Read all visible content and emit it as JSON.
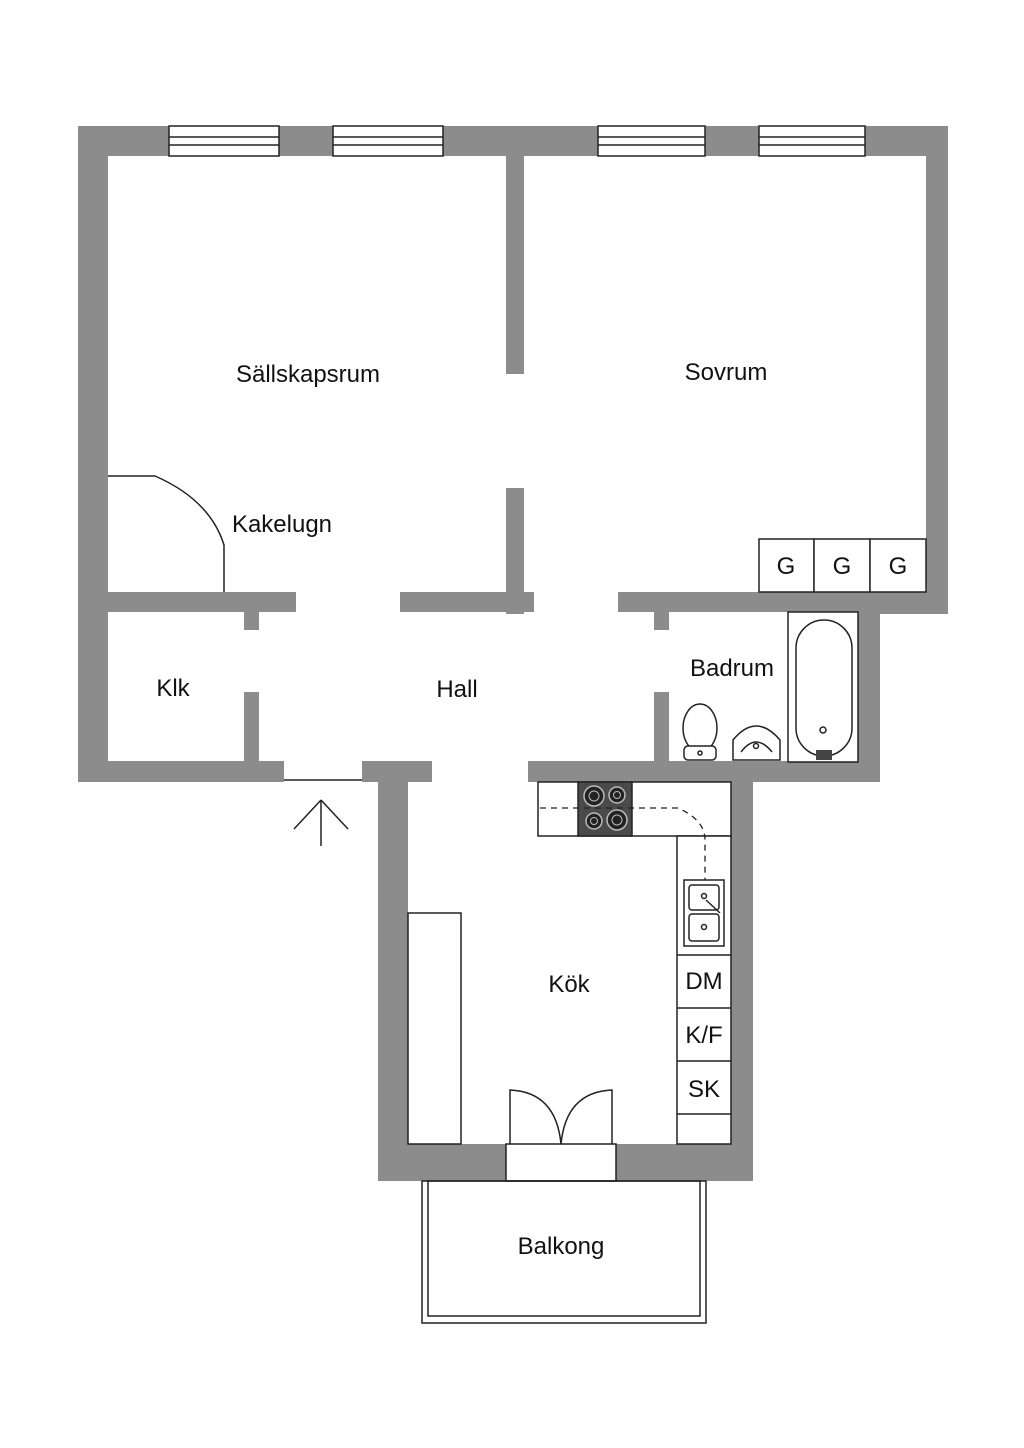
{
  "colors": {
    "wall": "#8c8c8c",
    "line": "#222222",
    "stove": "#4a4a4a",
    "background": "#ffffff"
  },
  "rooms": {
    "sallskapsrum": "Sällskapsrum",
    "sovrum": "Sovrum",
    "kakelugn": "Kakelugn",
    "klk": "Klk",
    "hall": "Hall",
    "badrum": "Badrum",
    "kok": "Kök",
    "balkong": "Balkong"
  },
  "units": {
    "wardrobes": [
      "G",
      "G",
      "G"
    ],
    "dishwasher": "DM",
    "fridge_freezer": "K/F",
    "cabinet": "SK"
  },
  "icons": {
    "entrance": "entrance-arrow-icon",
    "stove": "stove-icon",
    "sink": "sink-icon",
    "toilet": "toilet-icon",
    "washbasin": "washbasin-icon",
    "bathtub": "bathtub-icon"
  }
}
